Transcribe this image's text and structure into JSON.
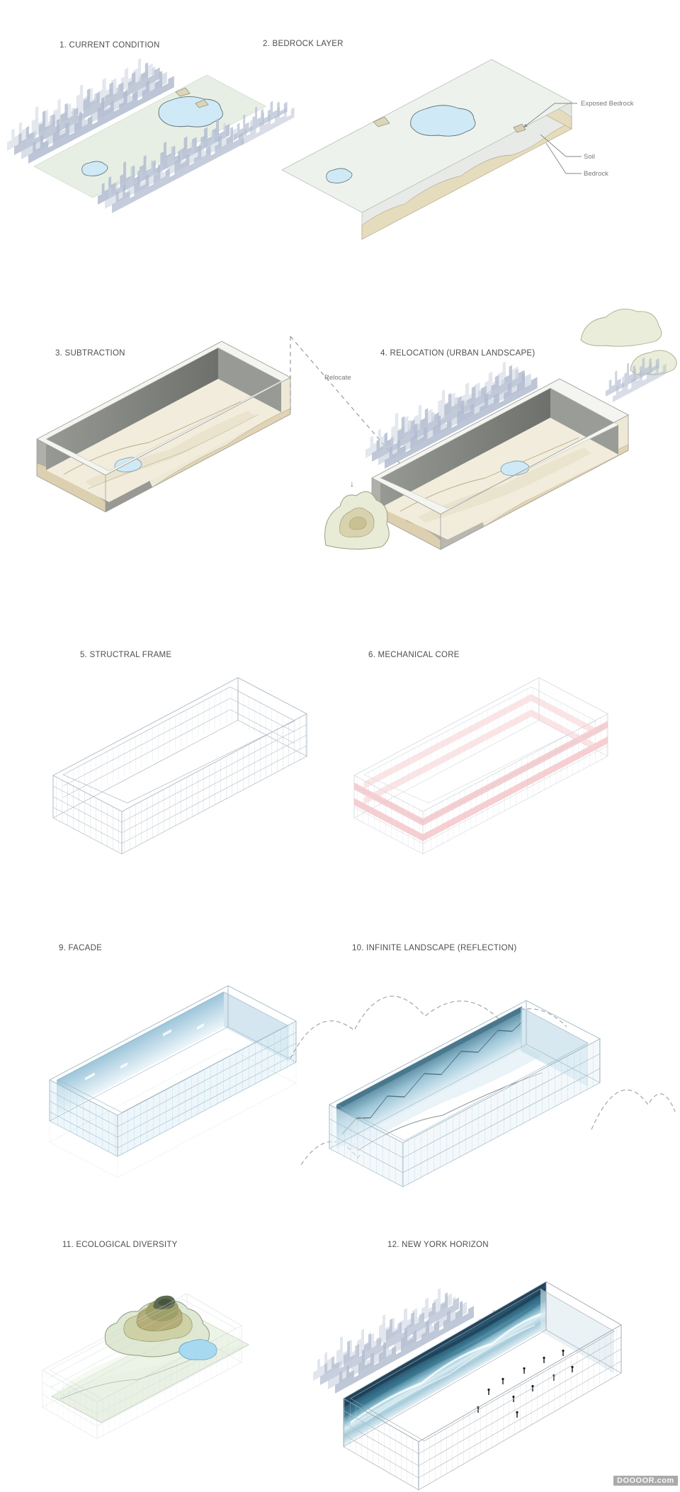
{
  "panels": [
    {
      "title": "1. CURRENT CONDITION"
    },
    {
      "title": "2. BEDROCK LAYER"
    },
    {
      "title": "3. SUBTRACTION"
    },
    {
      "title": "4. RELOCATION (URBAN LANDSCAPE)"
    },
    {
      "title": "5. STRUCTRAL FRAME"
    },
    {
      "title": "6. MECHANICAL CORE"
    },
    {
      "title": "9. FACADE"
    },
    {
      "title": "10. INFINITE LANDSCAPE (REFLECTION)"
    },
    {
      "title": "11. ECOLOGICAL DIVERSITY"
    },
    {
      "title": "12. NEW YORK HORIZON"
    }
  ],
  "annotations": {
    "exposed_bedrock": "Exposed Bedrock",
    "soil": "Soil",
    "bedrock": "Bedrock",
    "relocate": "Relocate",
    "relocate_arrow": "↓"
  },
  "watermark": {
    "label": "DOOOOR.com"
  },
  "colors": {
    "background": "#ffffff",
    "title_text": "#4e4e4e",
    "annotation_text": "#75787a",
    "park_green": "#e7efe5",
    "lake_blue": "#cfe9f6",
    "soil_grey": "#e7eae6",
    "bedrock_tan": "#e5dbbd",
    "excavation_grey": "#858783",
    "frame_blue_grey": "#b7c2cd",
    "core_pink": "#f3c3c7",
    "facade_blue": "#9cc5da",
    "horizon_navy": "#1d3d54",
    "city_grey": "#b4bed0",
    "mountain_olive": "#b5ad78",
    "watermark_grey": "#a3a3a3"
  }
}
